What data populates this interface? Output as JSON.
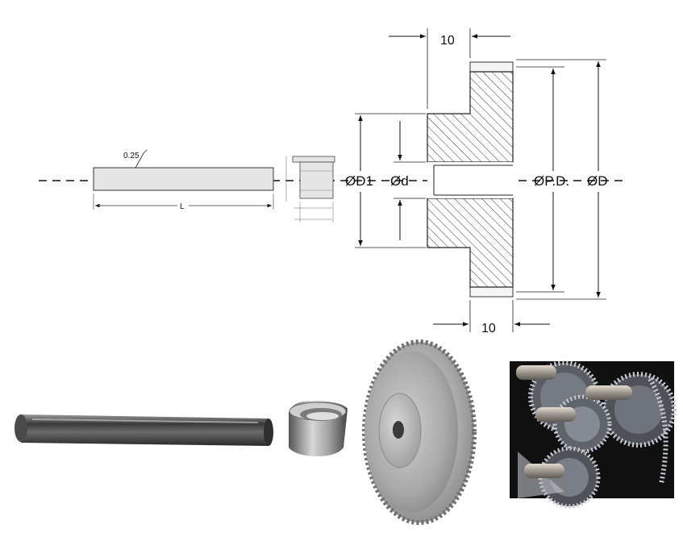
{
  "drawing": {
    "shaft_tolerance": "0.25",
    "shaft_length_label": "L",
    "gear_hub_width": "10",
    "gear_face_width": "10",
    "hub_diameter_label": "ØD1",
    "bore_diameter_label": "Ød",
    "pitch_diameter_label": "ØP.D.",
    "outer_diameter_label": "ØD"
  },
  "photos": {
    "shaft": "steel-shaft",
    "bushing": "flanged-bushing",
    "gear": "spur-gear",
    "assembly": "gear-train-assembly"
  }
}
